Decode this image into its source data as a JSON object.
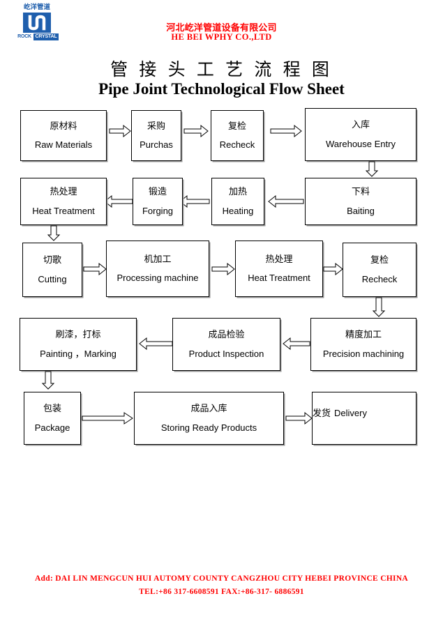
{
  "logo": {
    "cn_text": "屹洋管道",
    "word_left": "ROCK",
    "word_right": "CRYSTAL",
    "brand_color": "#1f5fad"
  },
  "header": {
    "company_cn": "河北屹洋管道设备有限公司",
    "company_en": "HE BEI WPHY CO.,LTD",
    "title_cn": "管 接 头 工 艺 流 程 图",
    "title_en": "Pipe Joint Technological Flow Sheet",
    "accent_color": "#ff0000"
  },
  "flow": {
    "row1": [
      {
        "cn": "原材料",
        "en": "Raw Materials"
      },
      {
        "cn": "采购",
        "en": "Purchas"
      },
      {
        "cn": "复检",
        "en": "Recheck"
      },
      {
        "cn": "入库",
        "en": "Warehouse Entry"
      }
    ],
    "row2": [
      {
        "cn": "热处理",
        "en": "Heat Treatment"
      },
      {
        "cn": "锻造",
        "en": "Forging"
      },
      {
        "cn": "加热",
        "en": "Heating"
      },
      {
        "cn": "下料",
        "en": "Baiting"
      }
    ],
    "row3": [
      {
        "cn": "切歌",
        "en": "Cutting"
      },
      {
        "cn": "机加工",
        "en": "Processing machine"
      },
      {
        "cn": "热处理",
        "en": "Heat Treatment"
      },
      {
        "cn": "复检",
        "en": "Recheck"
      }
    ],
    "row4": [
      {
        "cn": "刷漆，打标",
        "en": "Painting ，Marking"
      },
      {
        "cn": "成品检验",
        "en": "Product Inspection"
      },
      {
        "cn": "精度加工",
        "en": "Precision machining"
      }
    ],
    "row5": [
      {
        "cn": "包装",
        "en": "Package"
      },
      {
        "cn": "成品入库",
        "en": "Storing Ready Products"
      },
      {
        "cn": "发货",
        "en": "Delivery"
      }
    ]
  },
  "footer": {
    "address": "Add: DAI LIN MENGCUN HUI AUTOMY COUNTY CANGZHOU CITY HEBEI PROVINCE CHINA",
    "contact": "TEL:+86 317-6608591   FAX:+86-317- 6886591"
  }
}
